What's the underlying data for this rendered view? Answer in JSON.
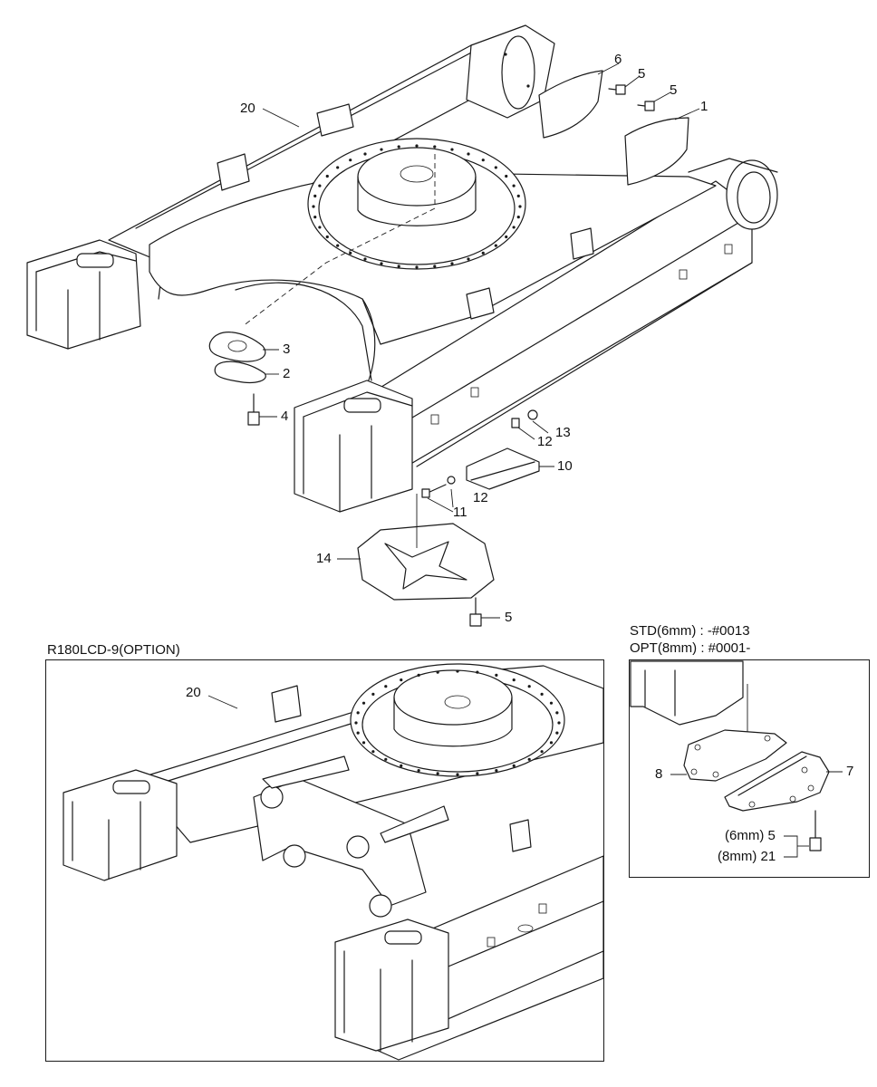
{
  "callouts": {
    "c1": "1",
    "c2": "2",
    "c3": "3",
    "c4": "4",
    "c5a": "5",
    "c5b": "5",
    "c5c": "5",
    "c6": "6",
    "c10": "10",
    "c11": "11",
    "c12a": "12",
    "c12b": "12",
    "c13": "13",
    "c14": "14",
    "c20a": "20",
    "c20b": "20",
    "c7": "7",
    "c8": "8",
    "c5d": "(6mm) 5",
    "c21": "(8mm) 21"
  },
  "option_panel": {
    "title": "R180LCD-9(OPTION)"
  },
  "detail_panel": {
    "line1": "STD(6mm) : -#0013",
    "line2": "OPT(8mm) : #0001-"
  }
}
